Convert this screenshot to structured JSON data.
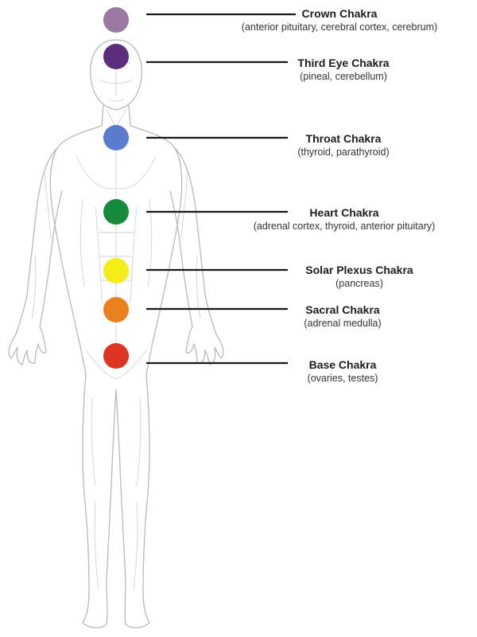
{
  "chakras": [
    {
      "name": "Crown Chakra",
      "glands": "(anterior pituitary, cerebral cortex, cerebrum)",
      "color": "#9a7aa0"
    },
    {
      "name": "Third Eye Chakra",
      "glands": "(pineal, cerebellum)",
      "color": "#5b2d7a"
    },
    {
      "name": "Throat  Chakra",
      "glands": "(thyroid, parathyroid)",
      "color": "#5b7ccc"
    },
    {
      "name": "Heart  Chakra",
      "glands": "(adrenal cortex, thyroid, anterior pituitary)",
      "color": "#178a3c"
    },
    {
      "name": "Solar Plexus Chakra",
      "glands": "(pancreas)",
      "color": "#f3ee17"
    },
    {
      "name": "Sacral Chakra",
      "glands": "(adrenal medulla)",
      "color": "#e8811e"
    },
    {
      "name": "Base  Chakra",
      "glands": "(ovaries, testes)",
      "color": "#dc3420"
    }
  ]
}
